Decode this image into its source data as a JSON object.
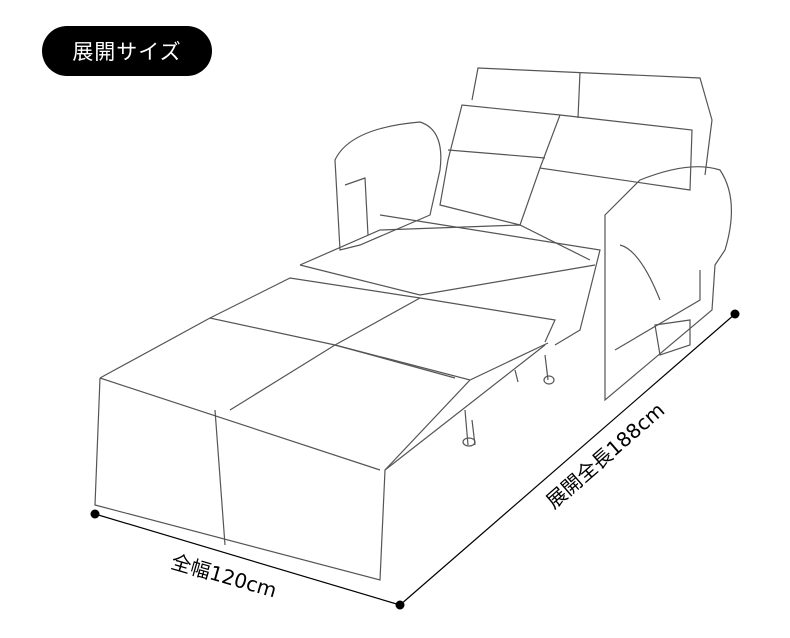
{
  "badge": {
    "label": "展開サイズ"
  },
  "dimensions": {
    "width_label": "全幅120cm",
    "length_label": "展開全長188cm"
  }
}
